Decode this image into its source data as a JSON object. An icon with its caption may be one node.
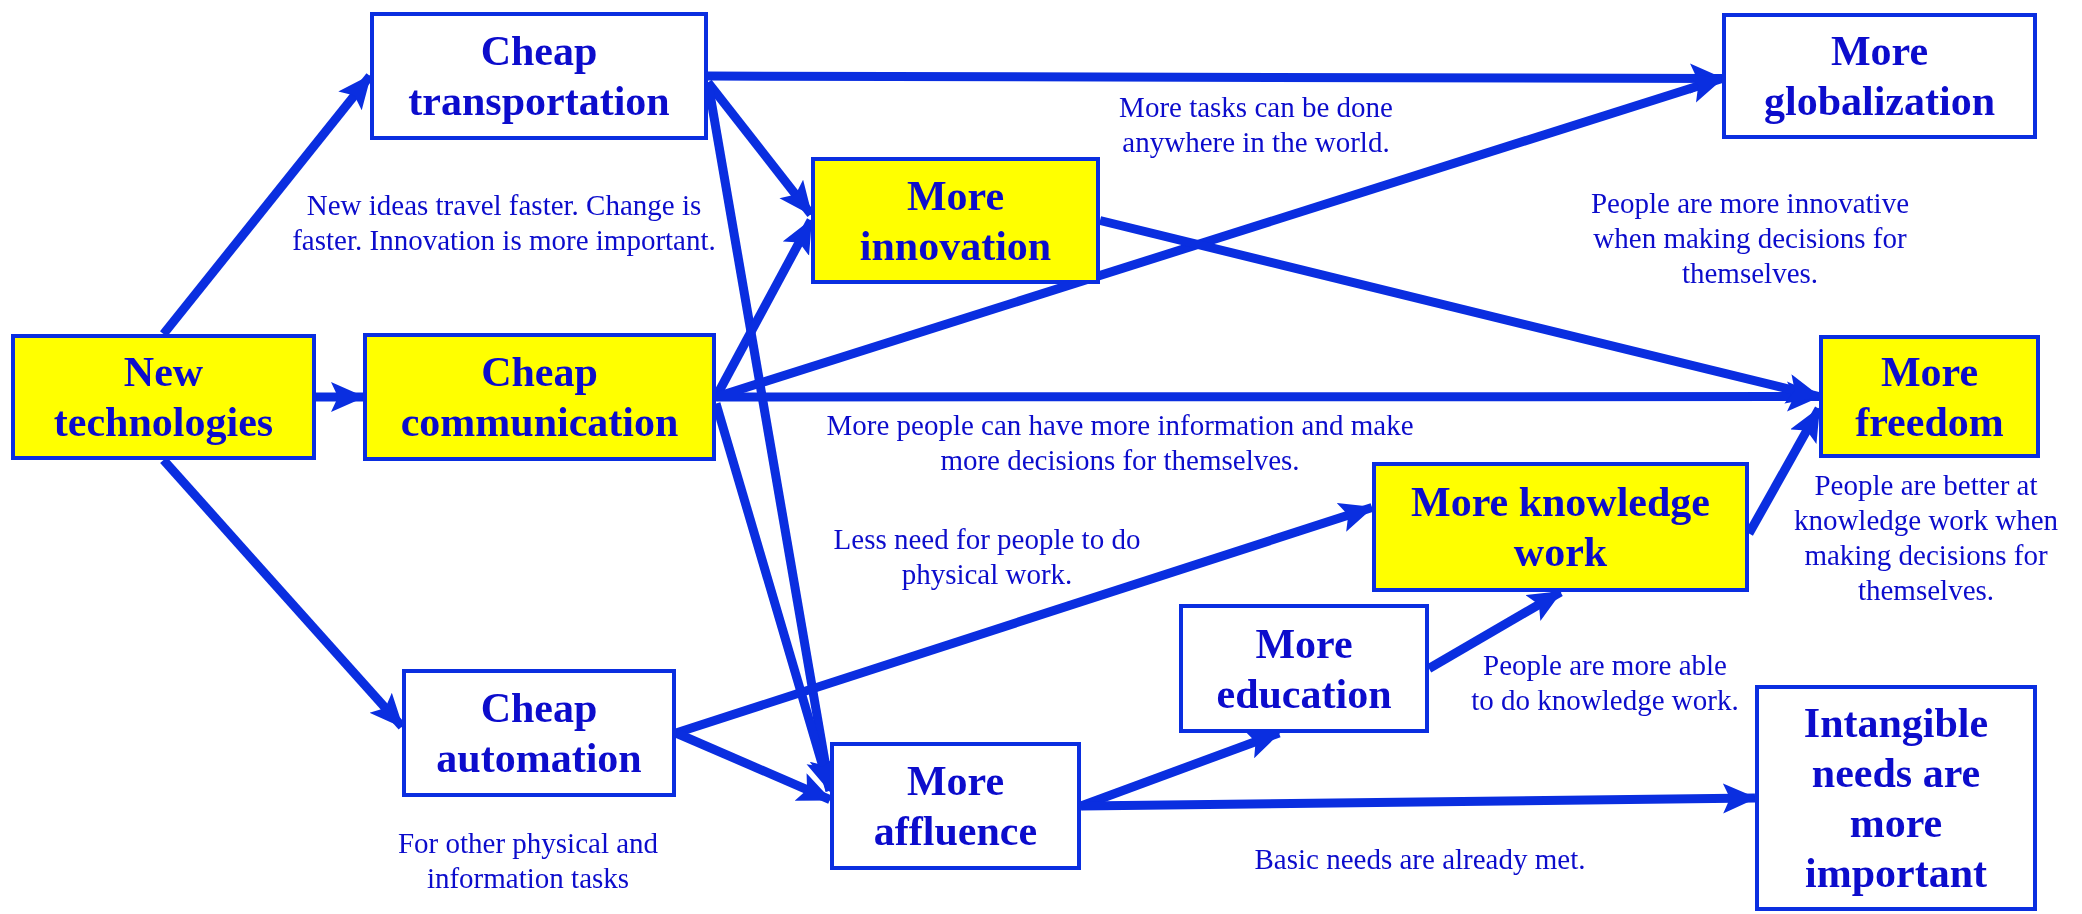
{
  "diagram": {
    "nodes": [
      {
        "text": [
          "New technologies"
        ]
      },
      {
        "text": [
          "Cheap transportation"
        ]
      },
      {
        "text": [
          "Cheap communication"
        ]
      },
      {
        "text": [
          "Cheap automation"
        ]
      },
      {
        "text": [
          "More innovation"
        ]
      },
      {
        "text": [
          "More globalization"
        ]
      },
      {
        "text": [
          "More freedom"
        ]
      },
      {
        "text": [
          "More knowledge work"
        ]
      },
      {
        "text": [
          "More education"
        ]
      },
      {
        "text": [
          "More affluence"
        ]
      },
      {
        "text": [
          "Intangible needs are more important"
        ]
      }
    ],
    "edges": [
      {
        "from": 0,
        "to": 1,
        "arrow": "to"
      },
      {
        "from": 0,
        "to": 2,
        "arrow": "to"
      },
      {
        "from": 0,
        "to": 3,
        "arrow": "to"
      },
      {
        "from": 1,
        "to": 5,
        "arrow": "to"
      },
      {
        "from": 1,
        "to": 4,
        "arrow": "to"
      },
      {
        "from": 1,
        "to": 9,
        "arrow": "to"
      },
      {
        "from": 2,
        "to": 4,
        "arrow": "to"
      },
      {
        "from": 2,
        "to": 5,
        "arrow": "to"
      },
      {
        "from": 2,
        "to": 6,
        "arrow": "to"
      },
      {
        "from": 2,
        "to": 9,
        "arrow": "to"
      },
      {
        "from": 3,
        "to": 7,
        "arrow": "to"
      },
      {
        "from": 3,
        "to": 9,
        "arrow": "to"
      },
      {
        "from": 4,
        "to": 6,
        "arrow": "to"
      },
      {
        "from": 9,
        "to": 8,
        "arrow": "to"
      },
      {
        "from": 9,
        "to": 10,
        "arrow": "to"
      },
      {
        "from": 8,
        "to": 7,
        "arrow": "to"
      },
      {
        "from": 7,
        "to": 6,
        "arrow": "to"
      }
    ],
    "labels": [
      "More tasks can be done anywhere in the world.",
      "New ideas travel faster. Change is faster.  Innovation is more important.",
      "People are more innovative when making decisions for themselves.",
      "More people can have more information and make more decisions for themselves.",
      "People are better at knowledge work when making decisions for themselves.",
      "Less need for people to do physical work.",
      "People are more able to do knowledge work.",
      "For other physical and information tasks",
      "Basic needs are already met."
    ]
  }
}
